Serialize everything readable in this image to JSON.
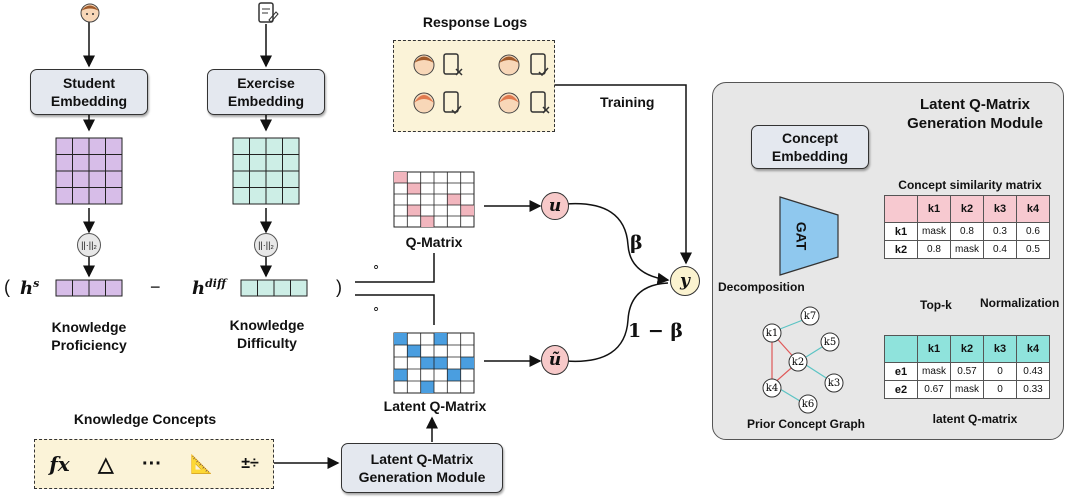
{
  "student_embedding": "Student\nEmbedding",
  "exercise_embedding": "Exercise\nEmbedding",
  "norm_symbol": "||·||₂",
  "h_student": "h",
  "h_student_sup": "s",
  "h_diff": "h",
  "h_diff_sup": "diff",
  "open_paren": "(",
  "close_paren": ")",
  "minus": "−",
  "knowledge_proficiency": "Knowledge\nProficiency",
  "knowledge_difficulty": "Knowledge\nDifficulty",
  "response_logs": "Response Logs",
  "training": "Training",
  "q_matrix": "Q-Matrix",
  "latent_q_matrix": "Latent Q-Matrix",
  "circ": "∘",
  "u": "u",
  "u_tilde": "ũ",
  "y": "y",
  "beta": "β",
  "one_minus_beta": "1 − β",
  "knowledge_concepts": "Knowledge Concepts",
  "concept_icons": [
    "fx",
    "△",
    "···",
    "📐",
    "±÷"
  ],
  "lqm_module_box": "Latent Q-Matrix\nGeneration Module",
  "panel": {
    "title": "Latent Q-Matrix\nGeneration Module",
    "concept_embedding": "Concept\nEmbedding",
    "gat": "GAT",
    "decomposition": "Decomposition",
    "prior_graph": "Prior Concept Graph",
    "similarity_title": "Concept similarity matrix",
    "topk": "Top-k",
    "normalization": "Normalization",
    "latent_title": "latent Q-matrix",
    "graph_nodes": [
      "k1",
      "k2",
      "k3",
      "k4",
      "k5",
      "k6",
      "k7"
    ],
    "sim_table": {
      "header": [
        "",
        "k1",
        "k2",
        "k3",
        "k4"
      ],
      "rows": [
        [
          "k1",
          "mask",
          "0.8",
          "0.3",
          "0.6"
        ],
        [
          "k2",
          "0.8",
          "mask",
          "0.4",
          "0.5"
        ]
      ]
    },
    "latent_table": {
      "header": [
        "",
        "k1",
        "k2",
        "k3",
        "k4"
      ],
      "rows": [
        [
          "e1",
          "mask",
          "0.57",
          "0",
          "0.43"
        ],
        [
          "e2",
          "0.67",
          "mask",
          "0",
          "0.33"
        ]
      ]
    }
  },
  "colors": {
    "student_grid": "#d7bde8",
    "exercise_grid": "#cdeee6",
    "q_highlight": "#f2b6be",
    "latent_highlight": "#4a9ee0",
    "panel_bg": "#e7e7e7",
    "logs_bg": "#fbf3d8",
    "sim_header": "#f7c9d0",
    "latent_header": "#8fe3dc",
    "gat_fill": "#8fc8ee"
  }
}
